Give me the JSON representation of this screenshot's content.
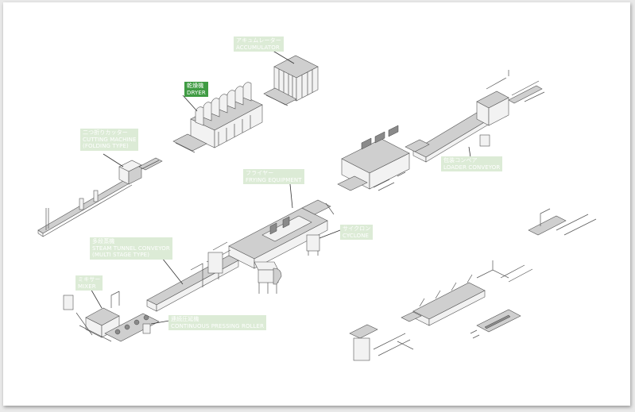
{
  "labels": {
    "accumulator": {
      "jp": "アキュムレーター",
      "en": "ACCUMULATOR"
    },
    "dryer": {
      "jp": "乾燥機",
      "en": "DRYER"
    },
    "cutting": {
      "jp": "二つ折りカッター",
      "en": "CUTTING MACHINE",
      "en2": "(FOLDING TYPE)"
    },
    "frying": {
      "jp": "フライヤー",
      "en": "FRYING EQUIPMENT"
    },
    "loader": {
      "jp": "包装コンベア",
      "en": "LOADER CONVEYOR"
    },
    "cyclone": {
      "jp": "サイクロン",
      "en": "CYCLONE"
    },
    "steam": {
      "jp": "多段蒸機",
      "en": "STEAM TUNNEL CONVEYOR",
      "en2": "(MULTI STAGE TYPE)"
    },
    "mixer": {
      "jp": "ミキサー",
      "en": "MIXER"
    },
    "pressing": {
      "jp": "連続圧延機",
      "en": "CONTINUOUS PRESSING ROLLER"
    }
  },
  "active_label": "dryer",
  "colors": {
    "label_bg": "#dcebd6",
    "label_active_bg": "#3f9b43",
    "label_text": "#ffffff",
    "line": "#555555"
  }
}
